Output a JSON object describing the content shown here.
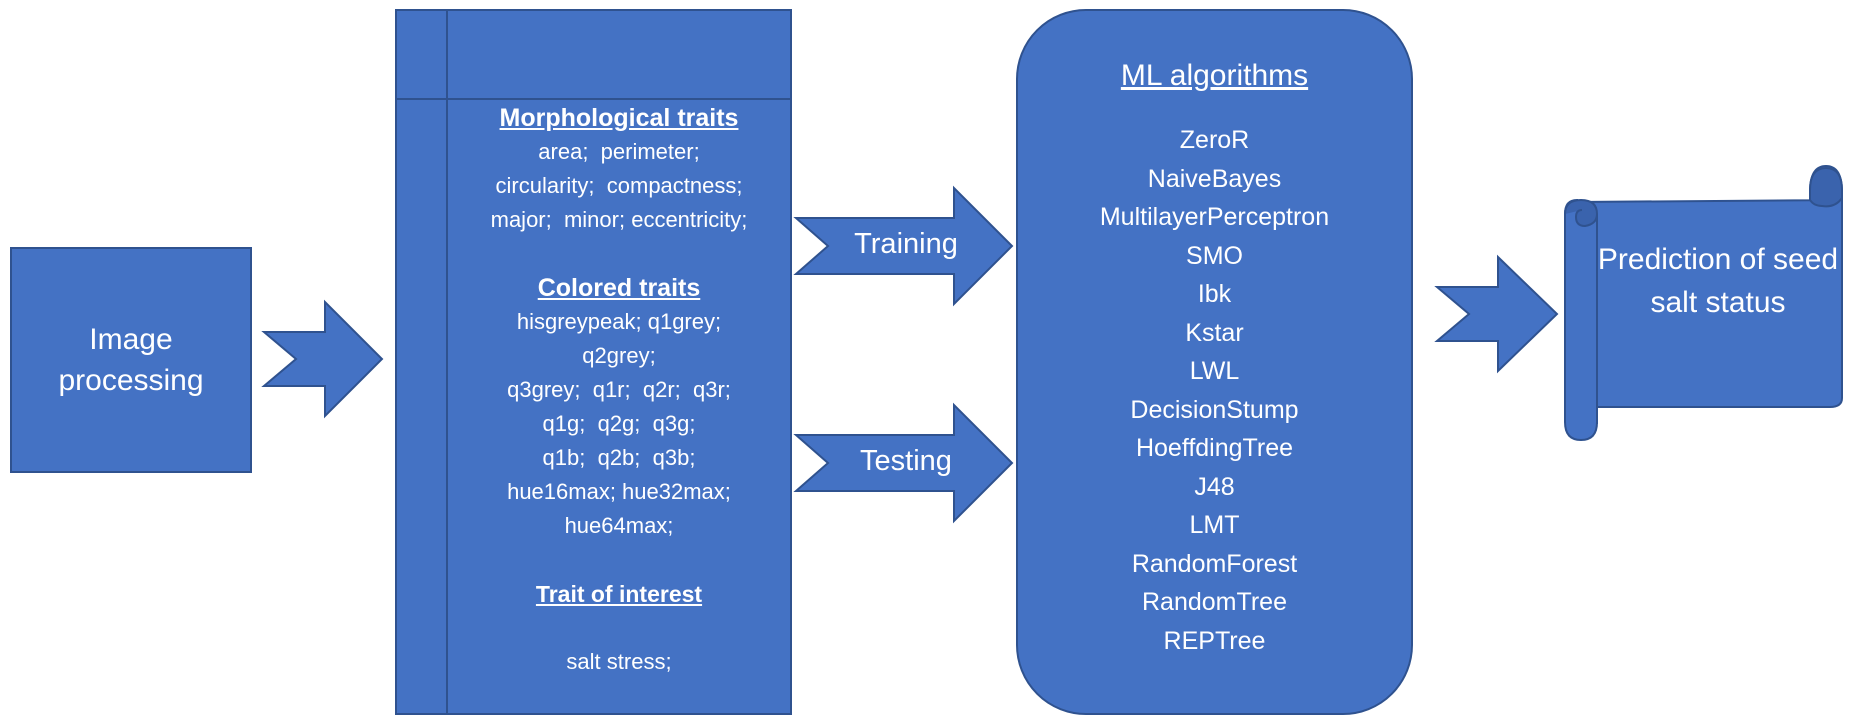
{
  "image_processing": {
    "label": "Image processing"
  },
  "traits": {
    "morph_heading": "Morphological traits",
    "morph_lines": [
      "area;  perimeter;",
      "circularity;  compactness;",
      "major;  minor; eccentricity;"
    ],
    "color_heading": "Colored traits",
    "color_lines": [
      "hisgreypeak; q1grey;",
      "q2grey;",
      "q3grey;  q1r;  q2r;  q3r;",
      "q1g;  q2g;  q3g;",
      "q1b;  q2b;  q3b;",
      "hue16max; hue32max;",
      "hue64max;"
    ],
    "interest_heading": "Trait of interest",
    "interest_value": "salt stress;"
  },
  "arrows": {
    "training": "Training",
    "testing": "Testing"
  },
  "ml": {
    "title": "ML algorithms",
    "algorithms": [
      "ZeroR",
      "NaiveBayes",
      "MultilayerPerceptron",
      "SMO",
      "Ibk",
      "Kstar",
      "LWL",
      "DecisionStump",
      "HoeffdingTree",
      "J48",
      "LMT",
      "RandomForest",
      "RandomTree",
      "REPTree"
    ]
  },
  "prediction": {
    "label": "Prediction of seed salt status"
  },
  "colors": {
    "fill": "#4472c4",
    "outline": "#2f528f",
    "text": "#ffffff"
  }
}
